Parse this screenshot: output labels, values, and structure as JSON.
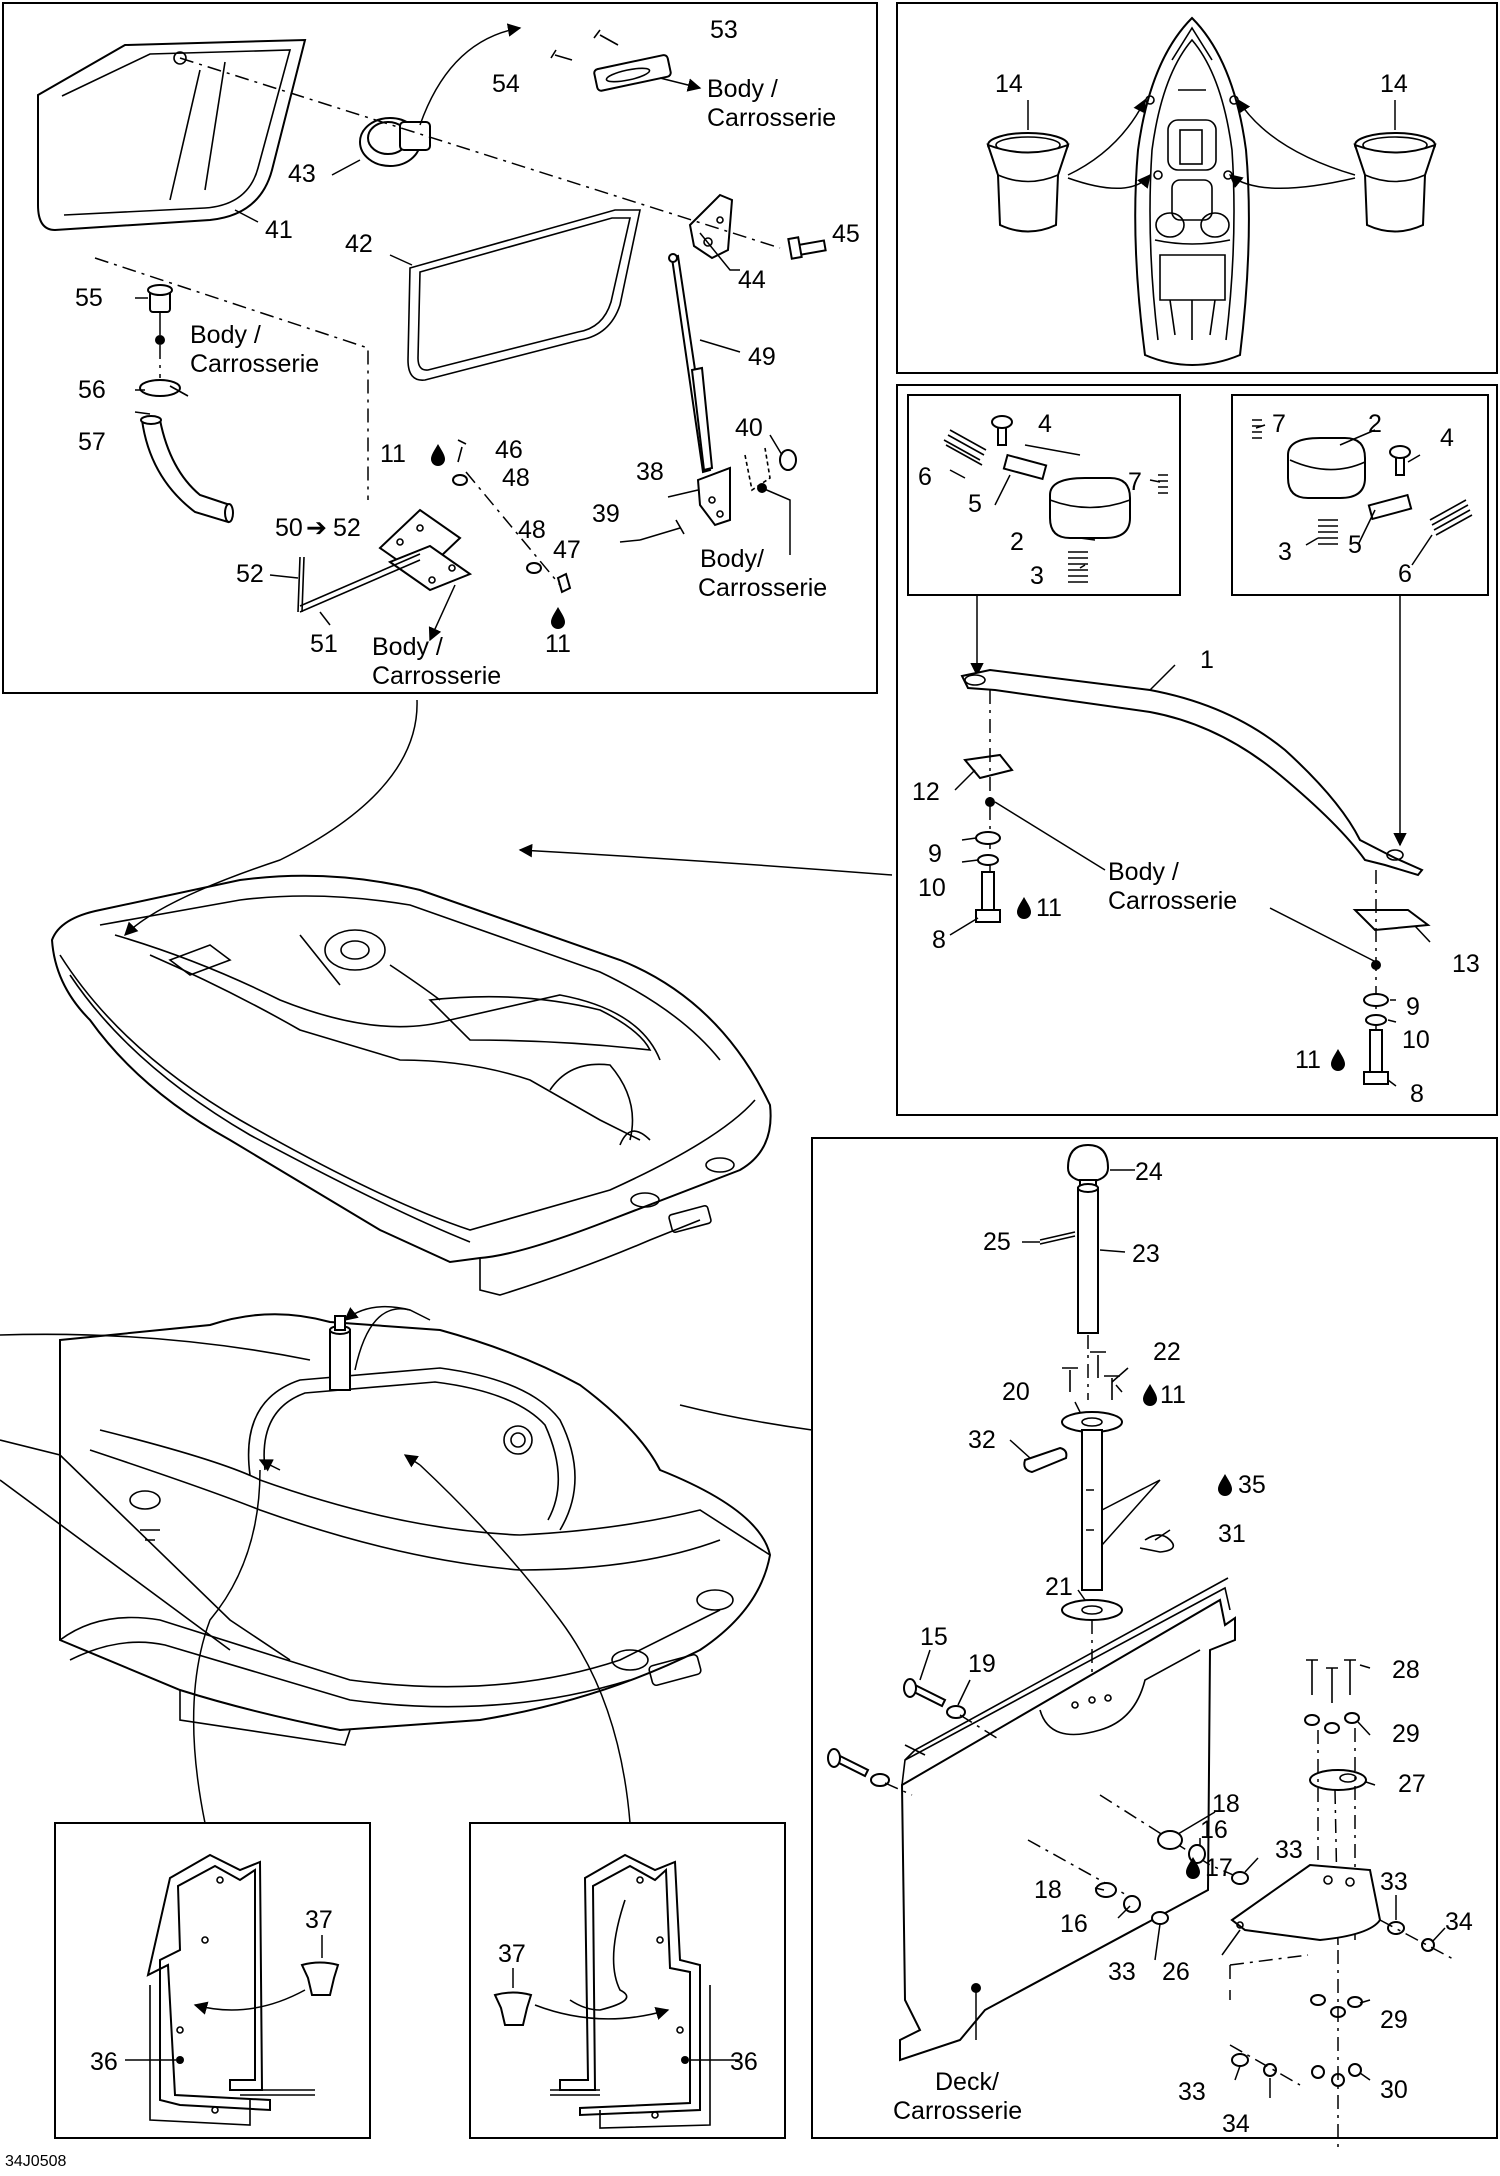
{
  "colors": {
    "line": "#000000",
    "background": "#ffffff"
  },
  "icons": {
    "drop": "lubricant-drop-icon",
    "arrow": "arrow-right-icon"
  },
  "labels": {
    "body_carrosserie_1": [
      "Body /",
      "Carrosserie"
    ],
    "body_carrosserie_2": [
      "Body /",
      "Carrosserie"
    ],
    "body_carrosserie_3": [
      "Body/",
      "Carrosserie"
    ],
    "body_carrosserie_4": [
      "Body /",
      "Carrosserie"
    ],
    "body_carrosserie_5": [
      "Body /",
      "Carrosserie"
    ],
    "deck_carrosserie": [
      "Deck/",
      "Carrosserie"
    ]
  },
  "callouts": {
    "c53": "53",
    "c54": "54",
    "c43": "43",
    "c41": "41",
    "c42": "42",
    "c44": "44",
    "c45": "45",
    "c55": "55",
    "c56": "56",
    "c57": "57",
    "c49": "49",
    "c46": "46",
    "c11a": "11",
    "c48a": "48",
    "c40": "40",
    "c38": "38",
    "c39": "39",
    "c50": "50",
    "c52a": "52",
    "c48b": "48",
    "c47": "47",
    "c52b": "52",
    "c51": "51",
    "c11b": "11",
    "c14a": "14",
    "c14b": "14",
    "c4a": "4",
    "c6a": "6",
    "c5a": "5",
    "c7a": "7",
    "c2a": "2",
    "c3a": "3",
    "c7b": "7",
    "c2b": "2",
    "c4b": "4",
    "c3b": "3",
    "c5b": "5",
    "c6b": "6",
    "c1": "1",
    "c12": "12",
    "c9a": "9",
    "c10a": "10",
    "c8a": "8",
    "c11c": "11",
    "c13": "13",
    "c9b": "9",
    "c10b": "10",
    "c11d": "11",
    "c8b": "8",
    "c24": "24",
    "c25": "25",
    "c23": "23",
    "c22": "22",
    "c20": "20",
    "c11e": "11",
    "c32": "32",
    "c35": "35",
    "c31": "31",
    "c21": "21",
    "c15": "15",
    "c19": "19",
    "c28": "28",
    "c29a": "29",
    "c27": "27",
    "c18a": "18",
    "c16a": "16",
    "c33a": "33",
    "c18b": "18",
    "c17": "17",
    "c16b": "16",
    "c33b": "33",
    "c26": "26",
    "c33c": "33",
    "c34a": "34",
    "c29b": "29",
    "c33d": "33",
    "c34b": "34",
    "c30": "30",
    "c37a": "37",
    "c36a": "36",
    "c37b": "37",
    "c36b": "36"
  },
  "figure_code": "34J0508"
}
